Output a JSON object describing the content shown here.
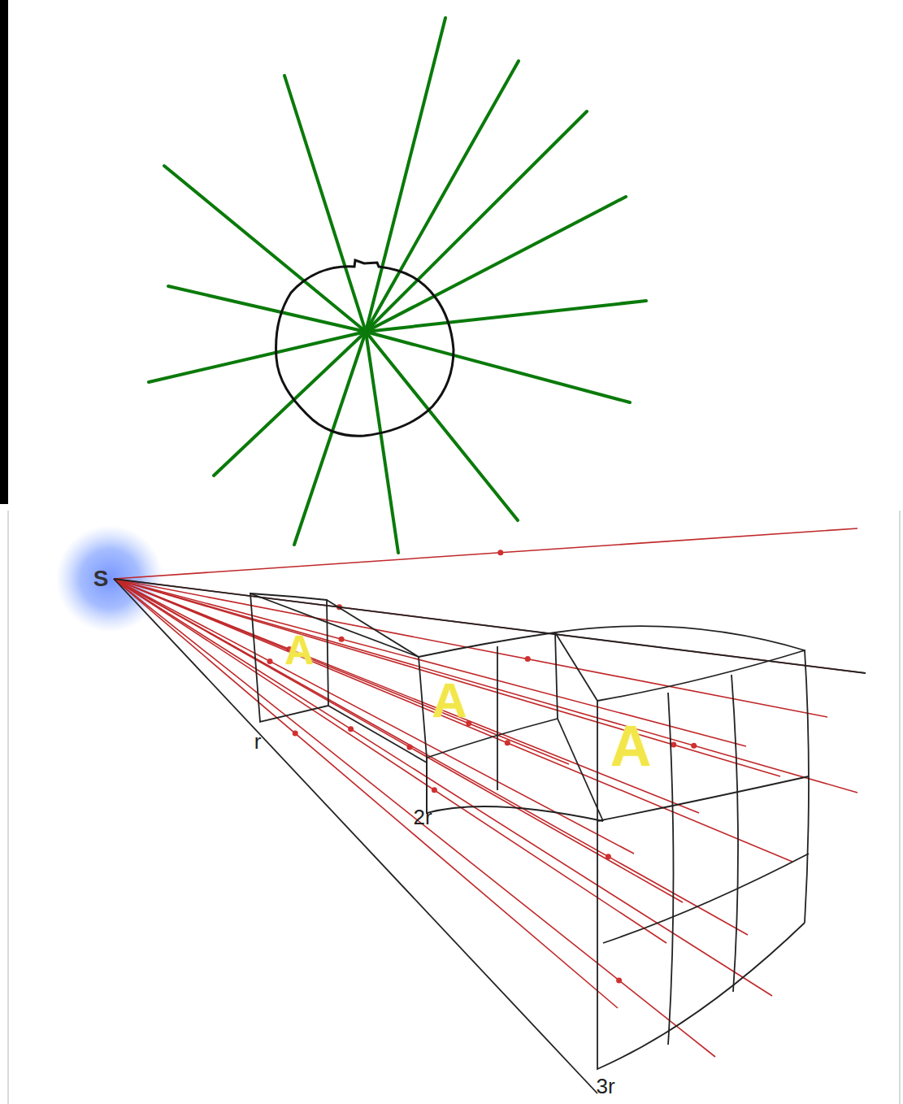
{
  "diagram": {
    "labels": [
      "S",
      "A",
      "A",
      "A",
      "r",
      "2r",
      "3r"
    ]
  }
}
